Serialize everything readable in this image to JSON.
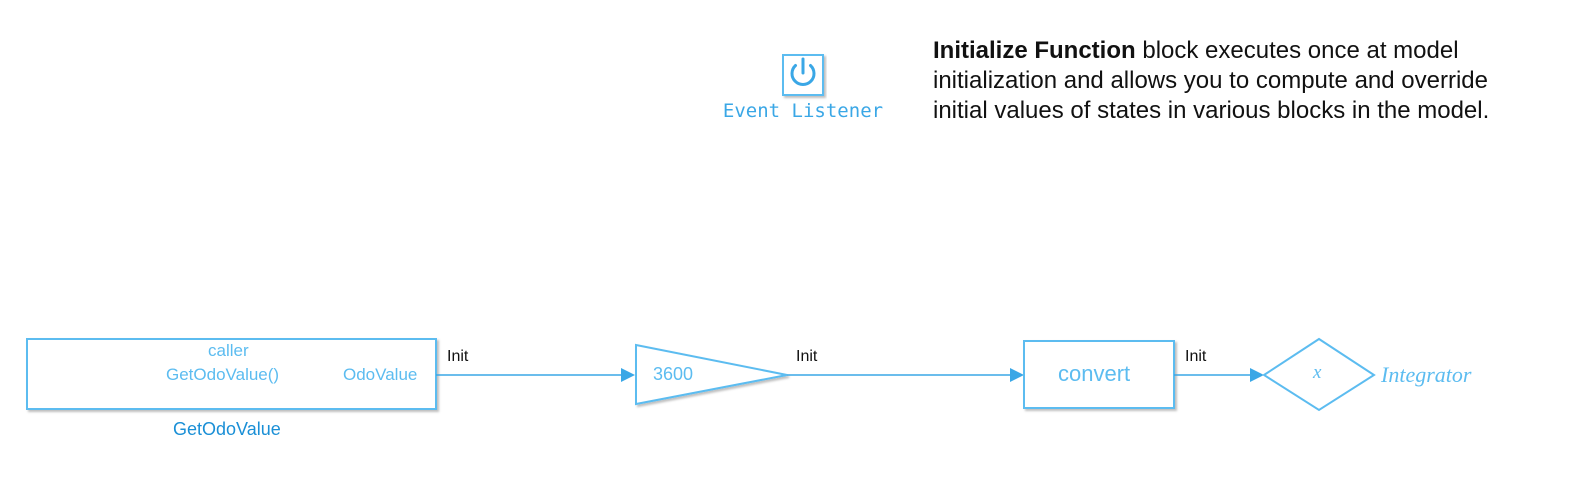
{
  "event_listener": {
    "label": "Event Listener",
    "icon": "power-icon"
  },
  "description": {
    "bold": "Initialize Function",
    "rest": " block executes once at model initialization and allows you to compute and override initial values of states in various blocks in the model."
  },
  "caller_block": {
    "line1": "caller",
    "line2": "GetOdoValue()",
    "output_port": "OdoValue",
    "name": "GetOdoValue"
  },
  "signal_labels": [
    "Init",
    "Init",
    "Init"
  ],
  "gain_block": {
    "value": "3600"
  },
  "convert_block": {
    "label": "convert"
  },
  "integrator": {
    "symbol": "x",
    "name": "Integrator"
  },
  "colors": {
    "block_stroke": "#5cbcf0",
    "line": "#3aa7e6",
    "name_text": "#1a8fd6",
    "body_text": "#111111"
  }
}
